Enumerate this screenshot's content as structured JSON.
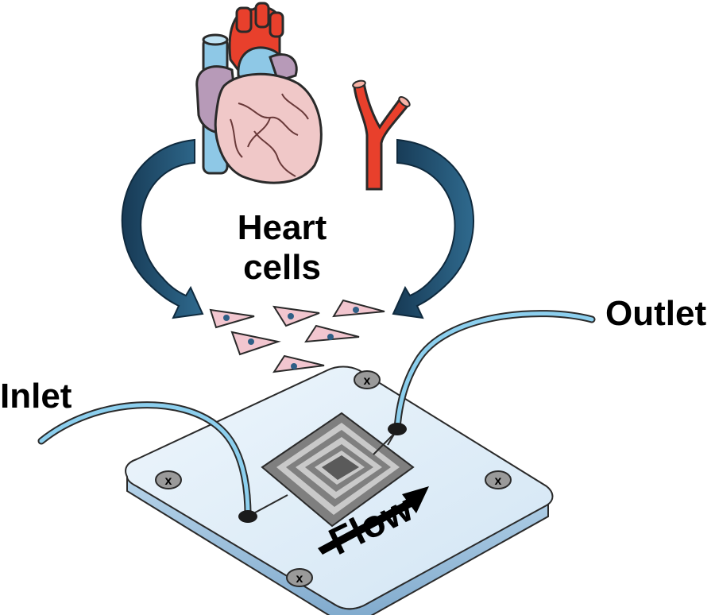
{
  "labels": {
    "heart_cells_line1": "Heart",
    "heart_cells_line2": "cells",
    "inlet": "Inlet",
    "outlet": "Outlet",
    "flow": "Flow"
  },
  "screws": [
    "x",
    "x",
    "x",
    "x"
  ],
  "colors": {
    "heart_pink": "#f0c8c8",
    "heart_purple": "#b79ab8",
    "artery_red": "#e8402c",
    "vein_blue": "#8ec8e6",
    "arrow_dark": "#1f4a68",
    "tubing": "#8ccfee",
    "chip_top": "#dcebf7",
    "chip_side": "#9ec3e0",
    "sensor_gray": "#808080"
  },
  "icons": [
    "heart-icon",
    "blood-vessel-icon",
    "curved-arrow-icon",
    "cell-icon",
    "screw-icon",
    "flow-arrow-icon"
  ]
}
